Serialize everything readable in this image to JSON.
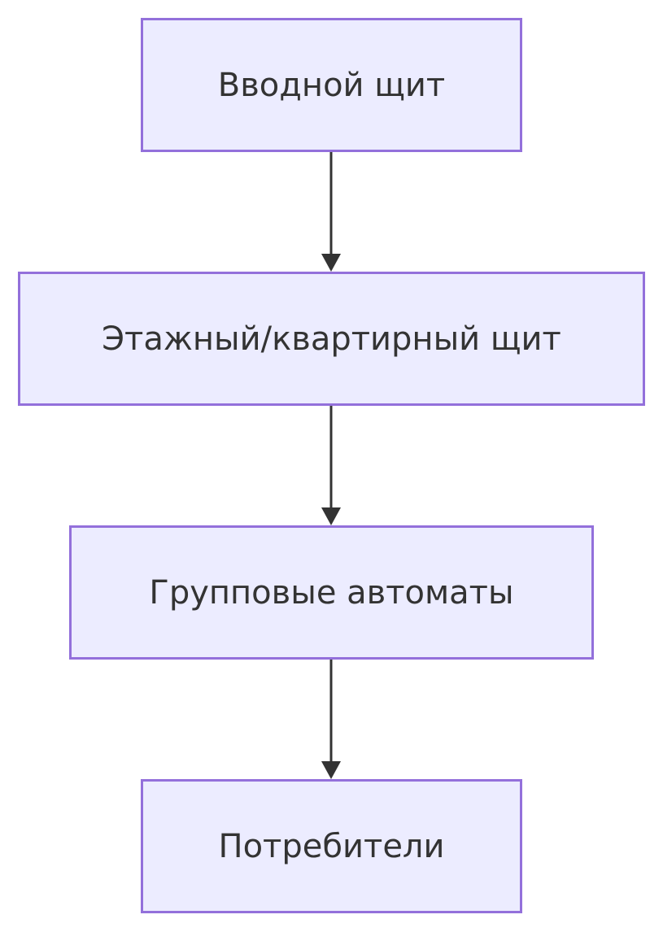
{
  "diagram": {
    "type": "flowchart",
    "direction": "top-down",
    "colors": {
      "node_fill": "#ECECFF",
      "node_border": "#9370DB",
      "text": "#333333",
      "edge": "#333333"
    },
    "nodes": [
      {
        "id": "n1",
        "label": "Вводной щит"
      },
      {
        "id": "n2",
        "label": "Этажный/квартирный щит"
      },
      {
        "id": "n3",
        "label": "Групповые автоматы"
      },
      {
        "id": "n4",
        "label": "Потребители"
      }
    ],
    "edges": [
      {
        "from": "n1",
        "to": "n2"
      },
      {
        "from": "n2",
        "to": "n3"
      },
      {
        "from": "n3",
        "to": "n4"
      }
    ]
  }
}
